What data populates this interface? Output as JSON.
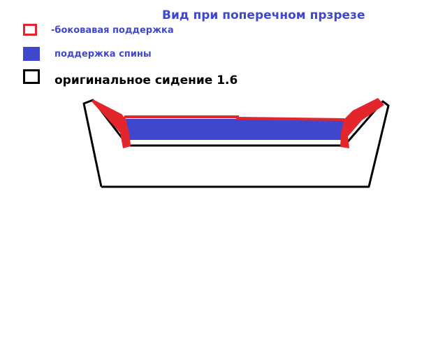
{
  "title": "Вид при поперечном прзрезе",
  "colors": {
    "side_support": "#e3262b",
    "back_support": "#3f48cc",
    "text_blue": "#3f48cc",
    "original_seat": "#000000"
  },
  "legend": [
    {
      "key": "side",
      "label": "-боковавая поддержка"
    },
    {
      "key": "back",
      "label": "поддержка спины"
    },
    {
      "key": "original",
      "label": "оригинальное  сидение 1.6"
    }
  ]
}
